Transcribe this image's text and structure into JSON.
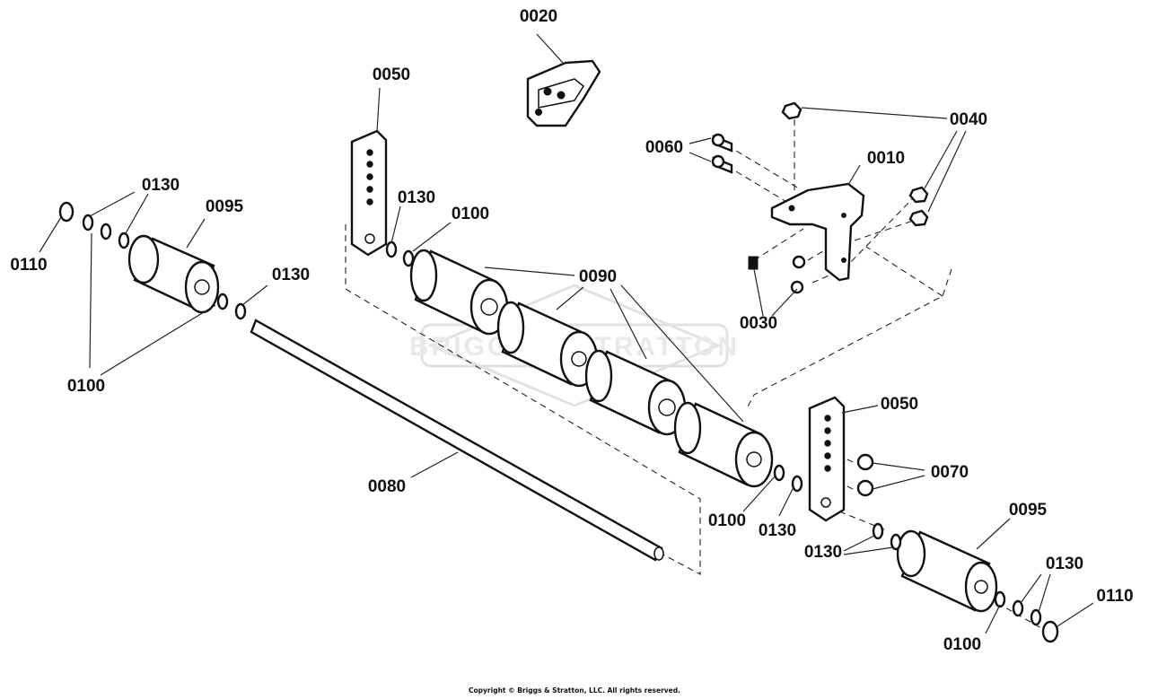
{
  "diagram": {
    "callouts": {
      "c0020": "0020",
      "c0050a": "0050",
      "c0050b": "0050",
      "c0040": "0040",
      "c0060": "0060",
      "c0010": "0010",
      "c0130a": "0130",
      "c0095a": "0095",
      "c0110a": "0110",
      "c0130b": "0130",
      "c0100a": "0100",
      "c0130c": "0130",
      "c0100b": "0100",
      "c0090": "0090",
      "c0030": "0030",
      "c0080": "0080",
      "c0070": "0070",
      "c0100c": "0100",
      "c0130d": "0130",
      "c0130e": "0130",
      "c0095b": "0095",
      "c0130f": "0130",
      "c0110b": "0110",
      "c0100d": "0100"
    },
    "watermark": "BRIGGS & STRATTON"
  },
  "footer": {
    "copyright": "Copyright © Briggs & Stratton, LLC. All rights reserved."
  }
}
